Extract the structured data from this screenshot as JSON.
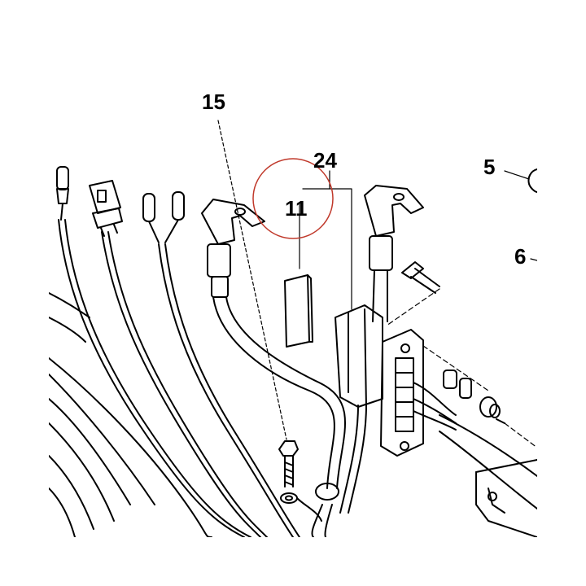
{
  "callouts": {
    "c15": "15",
    "c24": "24",
    "c11": "11",
    "c5": "5",
    "c6": "6"
  },
  "colors": {
    "line": "#000000",
    "highlight_circle": "#c0392b",
    "background": "#ffffff"
  },
  "icons": {
    "highlight": "red-circle-marker"
  }
}
